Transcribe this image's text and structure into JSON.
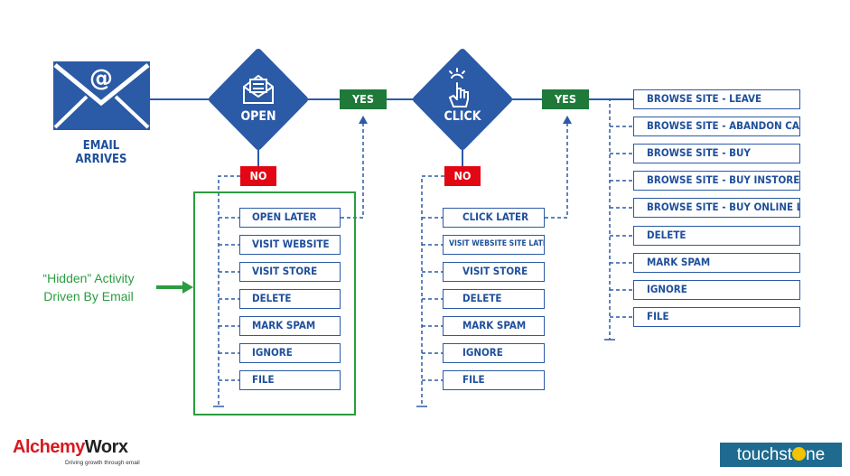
{
  "email": {
    "label": "EMAIL ARRIVES",
    "icon": "envelope-at-icon"
  },
  "open": {
    "label": "OPEN",
    "icon": "open-envelope-icon",
    "yes": "YES",
    "no": "NO",
    "items": [
      "OPEN LATER",
      "VISIT WEBSITE",
      "VISIT STORE",
      "DELETE",
      "MARK SPAM",
      "IGNORE",
      "FILE"
    ]
  },
  "click": {
    "label": "CLICK",
    "icon": "tap-hand-icon",
    "yes": "YES",
    "no": "NO",
    "items": [
      "CLICK LATER",
      "VISIT WEBSITE SITE LATER",
      "VISIT STORE",
      "DELETE",
      "MARK SPAM",
      "IGNORE",
      "FILE"
    ]
  },
  "outcomes": {
    "items": [
      "BROWSE SITE - LEAVE",
      "BROWSE SITE - ABANDON CART",
      "BROWSE SITE - BUY",
      "BROWSE SITE - BUY INSTORE",
      "BROWSE SITE - BUY ONLINE LATER",
      "DELETE",
      "MARK SPAM",
      "IGNORE",
      "FILE"
    ]
  },
  "note": {
    "line1": "“Hidden” Activity",
    "line2": "Driven By Email"
  },
  "logos": {
    "alchemy_a": "Alchemy",
    "alchemy_b": "Worx",
    "alchemy_tagline": "Driving growth through email",
    "touchstone_a": "touchst",
    "touchstone_b": "ne"
  },
  "colors": {
    "blue": "#2b5aa6",
    "green": "#1f7a3a",
    "red": "#e30613",
    "note_green": "#2a9d3f"
  }
}
